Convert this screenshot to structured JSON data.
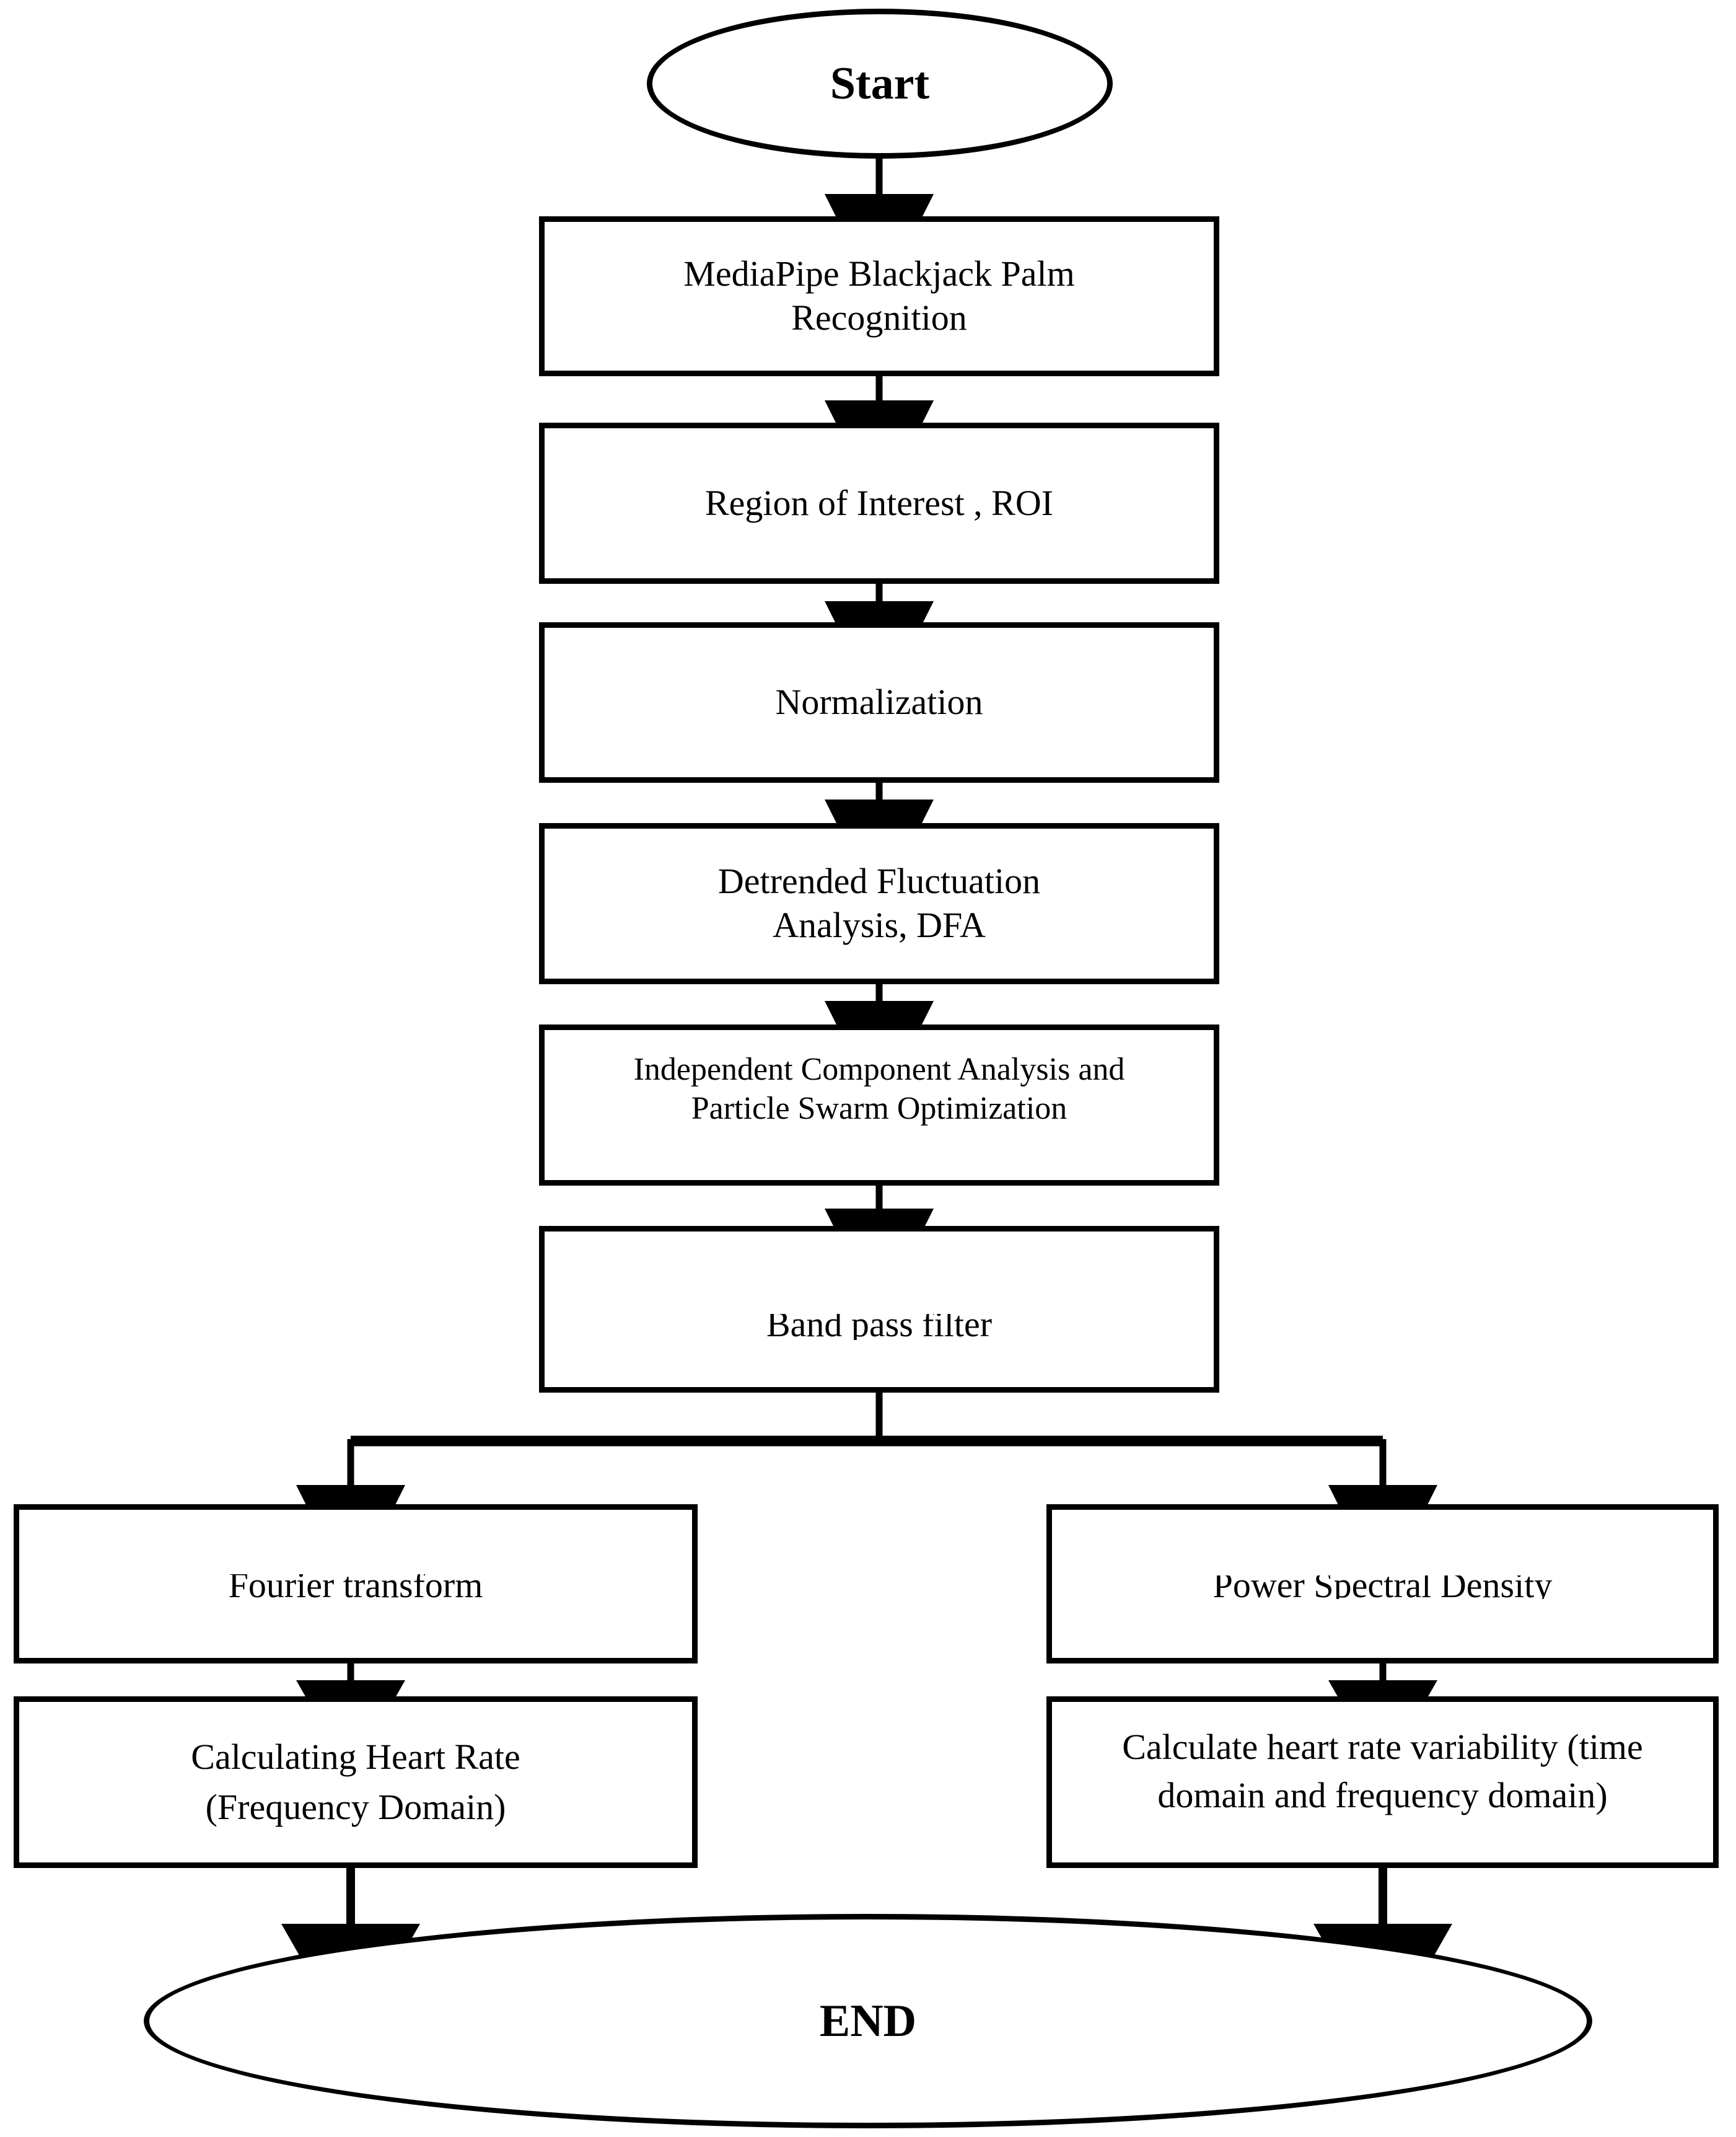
{
  "diagram": {
    "title": "rPPG heart rate and HRV processing pipeline flowchart",
    "type": "flowchart",
    "orientation": "top-to-bottom",
    "stroke_color": "#000000",
    "fill_color": "#ffffff",
    "nodes": {
      "start": {
        "label": "Start",
        "shape": "oval"
      },
      "mediapipe": {
        "label": "MediaPipe Blackjack Palm\nRecognition",
        "shape": "rectangle"
      },
      "roi": {
        "label": "Region of Interest , ROI",
        "shape": "rectangle"
      },
      "normalization": {
        "label": "Normalization",
        "shape": "rectangle"
      },
      "dfa": {
        "label": "Detrended Fluctuation\nAnalysis, DFA",
        "shape": "rectangle"
      },
      "ica_pso": {
        "label": "Independent Component Analysis and\nParticle Swarm Optimization",
        "shape": "rectangle"
      },
      "bandpass": {
        "label": "Band pass filter",
        "shape": "rectangle"
      },
      "fourier": {
        "label": "Fourier transform",
        "shape": "rectangle"
      },
      "psd": {
        "label": "Power Spectral Density",
        "shape": "rectangle"
      },
      "calc_hr": {
        "label": "Calculating Heart Rate\n(Frequency Domain)",
        "shape": "rectangle"
      },
      "calc_hrv": {
        "label": "Calculate heart rate variability (time\ndomain and frequency domain)",
        "shape": "rectangle"
      },
      "end": {
        "label": "END",
        "shape": "oval"
      }
    },
    "edges": [
      {
        "from": "start",
        "to": "mediapipe",
        "arrow": "down"
      },
      {
        "from": "mediapipe",
        "to": "roi",
        "arrow": "down"
      },
      {
        "from": "roi",
        "to": "normalization",
        "arrow": "down"
      },
      {
        "from": "normalization",
        "to": "dfa",
        "arrow": "down"
      },
      {
        "from": "dfa",
        "to": "ica_pso",
        "arrow": "down"
      },
      {
        "from": "ica_pso",
        "to": "bandpass",
        "arrow": "down"
      },
      {
        "from": "bandpass",
        "to": "fourier",
        "arrow": "down-split-left"
      },
      {
        "from": "bandpass",
        "to": "psd",
        "arrow": "down-split-right"
      },
      {
        "from": "fourier",
        "to": "calc_hr",
        "arrow": "down"
      },
      {
        "from": "psd",
        "to": "calc_hrv",
        "arrow": "down"
      },
      {
        "from": "calc_hr",
        "to": "end",
        "arrow": "down"
      },
      {
        "from": "calc_hrv",
        "to": "end",
        "arrow": "down"
      }
    ]
  }
}
